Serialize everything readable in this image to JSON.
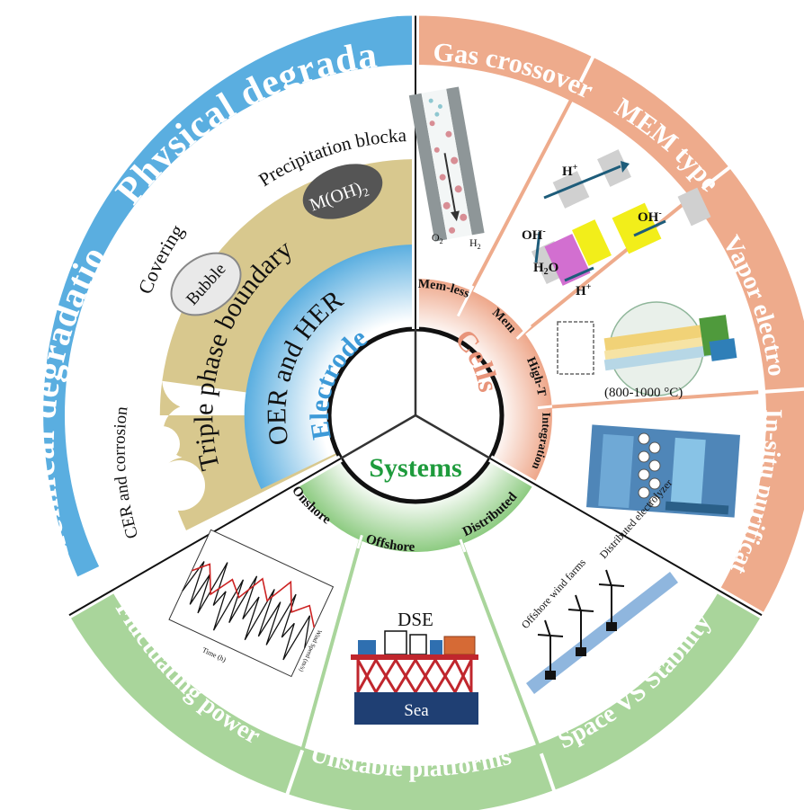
{
  "center": {
    "electrodes": "Electrodes",
    "cells": "Cells",
    "systems": "Systems"
  },
  "electrodes_sector": {
    "physical_degradation": "Physical degradation",
    "chemical_degradation": "Chemical degradation",
    "triple_phase_boundary": "Triple phase boundary",
    "oer_her": "OER and HER",
    "covering": "Covering",
    "bubble": "Bubble",
    "precipitation_blockage": "Precipitation blockage",
    "moh2": "M(OH)",
    "moh2_sub": "2",
    "cer_corrosion": "CER and corrosion"
  },
  "cells_sector": {
    "gas_crossover": "Gas crossover",
    "mem_type": "MEM type",
    "vapor_electrolysis": "Vapor electrolysis",
    "insitu_purification": "In-situ purification",
    "mem_less": "Mem-less",
    "mem": "Mem",
    "high_t": "High-T",
    "integration": "Integration",
    "o2": "O",
    "h2": "H",
    "sub2": "2",
    "temp_range": "(800-1000 °C)",
    "oh_minus": "OH",
    "h_plus": "H",
    "h2o": "H",
    "h2o_o": "O"
  },
  "systems_sector": {
    "fluctuating_power": "Fluctuating power",
    "unstable_platforms": "Unstable platforms",
    "space_vs_stability": "Space VS Stability",
    "onshore": "Onshore",
    "offshore": "Offshore",
    "distributed": "Distributed",
    "dse": "DSE",
    "sea": "Sea",
    "offshore_wind_farms": "Offshore wind farms",
    "distributed_electrolyzer": "Distributed electrolyzer",
    "time_h": "Time (h)",
    "wind_speed": "Wind Speed (m/s)"
  },
  "colors": {
    "electrodes_blue": "#5aaee0",
    "cells_salmon": "#eeab8c",
    "systems_green": "#a9d59b",
    "tpb_khaki": "#d8c88e",
    "electrodes_label": "#3d9ad8",
    "cells_label": "#e8947a",
    "systems_label": "#1e9b3c"
  }
}
